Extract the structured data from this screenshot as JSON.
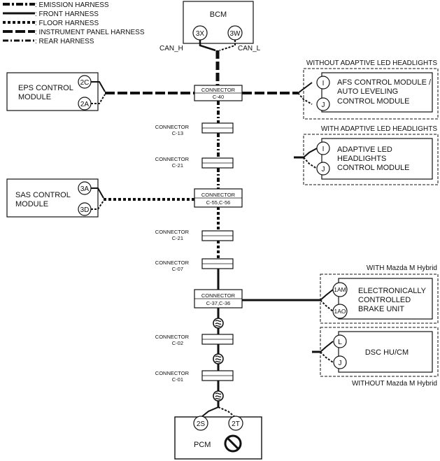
{
  "legend": [
    {
      "label": ": EMISSION HARNESS",
      "style": "emission"
    },
    {
      "label": ": FRONT HARNESS",
      "style": "front"
    },
    {
      "label": ": FLOOR HARNESS",
      "style": "floor"
    },
    {
      "label": ": INSTRUMENT PANEL HARNESS",
      "style": "ip"
    },
    {
      "label": ": REAR HARNESS",
      "style": "rear"
    }
  ],
  "bcm": {
    "label": "BCM",
    "pin_h": "3X",
    "pin_l": "3W",
    "can_h": "CAN_H",
    "can_l": "CAN_L"
  },
  "eps": {
    "line1": "EPS CONTROL",
    "line2": "MODULE",
    "pin_top": "2C",
    "pin_bottom": "2A"
  },
  "sas": {
    "line1": "SAS CONTROL",
    "line2": "MODULE",
    "pin_top": "3A",
    "pin_bottom": "3D"
  },
  "afs": {
    "group_label": "WITHOUT ADAPTIVE LED HEADLIGHTS",
    "line1": "AFS CONTROL MODULE /",
    "line2": "AUTO LEVELING",
    "line3": "CONTROL MODULE",
    "pin_top": "I",
    "pin_bottom": "J"
  },
  "aled": {
    "group_label": "WITH ADAPTIVE LED HEADLIGHTS",
    "line1": "ADAPTIVE LED",
    "line2": "HEADLIGHTS",
    "line3": "CONTROL MODULE",
    "pin_top": "I",
    "pin_bottom": "J"
  },
  "ebu": {
    "group_label": "WITH Mazda M Hybrid",
    "line1": "ELECTRONICALLY",
    "line2": "CONTROLLED",
    "line3": "BRAKE UNIT",
    "pin_top": "1AM",
    "pin_bottom": "1AO"
  },
  "dsc": {
    "group_label": "WITHOUT Mazda M Hybrid",
    "line1": "DSC HU/CM",
    "pin_top": "L",
    "pin_bottom": "J"
  },
  "pcm": {
    "label": "PCM",
    "pin_left": "2S",
    "pin_right": "2T"
  },
  "connectors": {
    "c40": {
      "line1": "CONNECTOR",
      "line2": "C-40"
    },
    "c13": {
      "line1": "CONNECTOR",
      "line2": "C-13"
    },
    "c21a": {
      "line1": "CONNECTOR",
      "line2": "C-21"
    },
    "c55": {
      "line1": "CONNECTOR",
      "line2": "C-55,C-56"
    },
    "c21b": {
      "line1": "CONNECTOR",
      "line2": "C-21"
    },
    "c07": {
      "line1": "CONNECTOR",
      "line2": "C-07"
    },
    "c37": {
      "line1": "CONNECTOR",
      "line2": "C-37,C-36"
    },
    "c02": {
      "line1": "CONNECTOR",
      "line2": "C-02"
    },
    "c01": {
      "line1": "CONNECTOR",
      "line2": "C-01"
    }
  },
  "colors": {
    "line": "#111111",
    "background": "#ffffff"
  }
}
